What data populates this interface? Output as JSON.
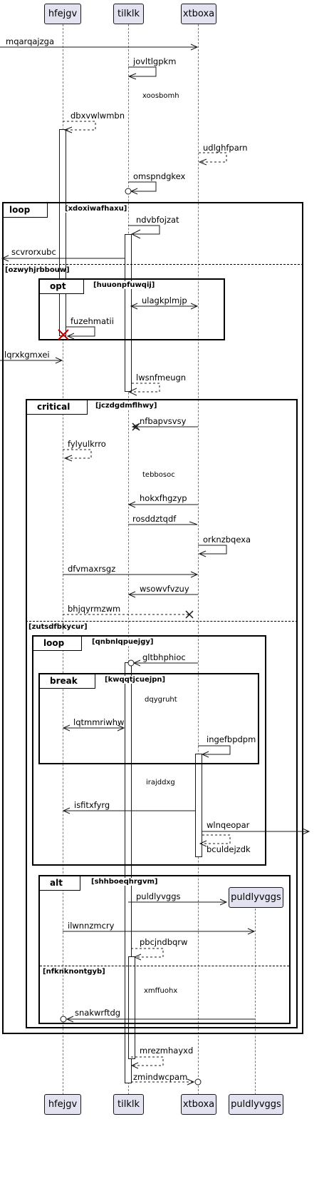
{
  "participants": {
    "p1": "hfejgv",
    "p2": "tilklk",
    "p3": "xtboxa",
    "p4": "puldlyvggs"
  },
  "messages": {
    "m1": "mqarqajzga",
    "m2": "jovltlgpkm",
    "m3": "xoosbomh",
    "m4": "dbxvwlwmbn",
    "m5": "udlghfparn",
    "m6": "omspndgkex",
    "m7": "ndvbfojzat",
    "m8": "scvrorxubc",
    "m9": "ulagkplmjp",
    "m10": "fuzehmatii",
    "m11": "lqrxkgmxei",
    "m12": "lwsnfmeugn",
    "m13": "nfbapvsvsy",
    "m14": "fylyulkrro",
    "m15": "tebbosoc",
    "m16": "hokxfhgzyp",
    "m17": "rosddztqdf",
    "m18": "orknzbqexa",
    "m19": "dfvmaxrsgz",
    "m20": "wsowvfvzuy",
    "m21": "bhjqyrmzwm",
    "m22": "gltbhphioc",
    "m23": "dqygruht",
    "m24": "lqtmmriwhw",
    "m25": "ingefbpdpm",
    "m26": "irajddxg",
    "m27": "isfitxfyrg",
    "m28": "wlnqeopar",
    "m29": "bculdejzdk",
    "m30": "puldlyvggs",
    "m31": "ilwnnzmcry",
    "m32": "pbcjndbqrw",
    "m33": "xmffuohx",
    "m34": "snakwrftdg",
    "m35": "mrezmhayxd",
    "m36": "zmindwcpam"
  },
  "fragments": {
    "loop1": {
      "kind": "loop",
      "guard": "[xdoxiwafhaxu]"
    },
    "else1": "[ozwyhjrbbouw]",
    "opt1": {
      "kind": "opt",
      "guard": "[huuonpfuwqij]"
    },
    "critical1": {
      "kind": "critical",
      "guard": "[jczdgdmflhwy]"
    },
    "else2": "[zutsdfbkycur]",
    "loop2": {
      "kind": "loop",
      "guard": "[qnbnlqpuejgy]"
    },
    "break1": {
      "kind": "break",
      "guard": "[kwqqtjcuejpn]"
    },
    "alt1": {
      "kind": "alt",
      "guard": "[shhboeqhrgvm]"
    },
    "else3": "[nfknknontgyb]"
  }
}
